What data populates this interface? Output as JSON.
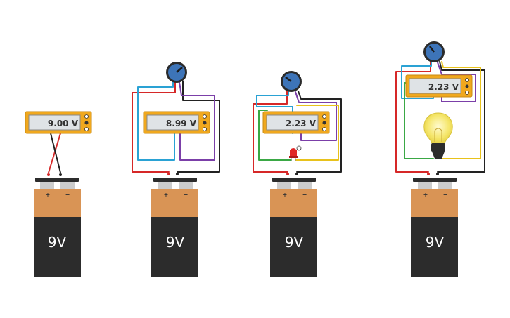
{
  "colors": {
    "wire_red": "#d62828",
    "wire_black": "#222222",
    "wire_blue": "#2aa2d4",
    "wire_purple": "#7b3fa8",
    "wire_green": "#3aa845",
    "wire_yellow": "#e8c21c",
    "meter_body": "#f0a81e",
    "meter_screen": "#dfe3e6",
    "battery_top": "#d99455",
    "battery_bottom": "#2c2c2c",
    "pot_knob": "#3d74b8"
  },
  "circuits": [
    {
      "name": "battery-only",
      "meter_reading": "9.00 V",
      "battery_label": "9V",
      "terminal_plus": "+",
      "terminal_minus": "−",
      "has_potentiometer": false,
      "load": "none"
    },
    {
      "name": "potentiometer",
      "meter_reading": "8.99 V",
      "battery_label": "9V",
      "terminal_plus": "+",
      "terminal_minus": "−",
      "has_potentiometer": true,
      "load": "none"
    },
    {
      "name": "potentiometer-led",
      "meter_reading": "2.23 V",
      "battery_label": "9V",
      "terminal_plus": "+",
      "terminal_minus": "−",
      "has_potentiometer": true,
      "load": "led",
      "led_icon": "red-led-icon"
    },
    {
      "name": "potentiometer-bulb",
      "meter_reading": "2.23 V",
      "battery_label": "9V",
      "terminal_plus": "+",
      "terminal_minus": "−",
      "has_potentiometer": true,
      "load": "bulb",
      "bulb_icon": "light-bulb-icon"
    }
  ]
}
